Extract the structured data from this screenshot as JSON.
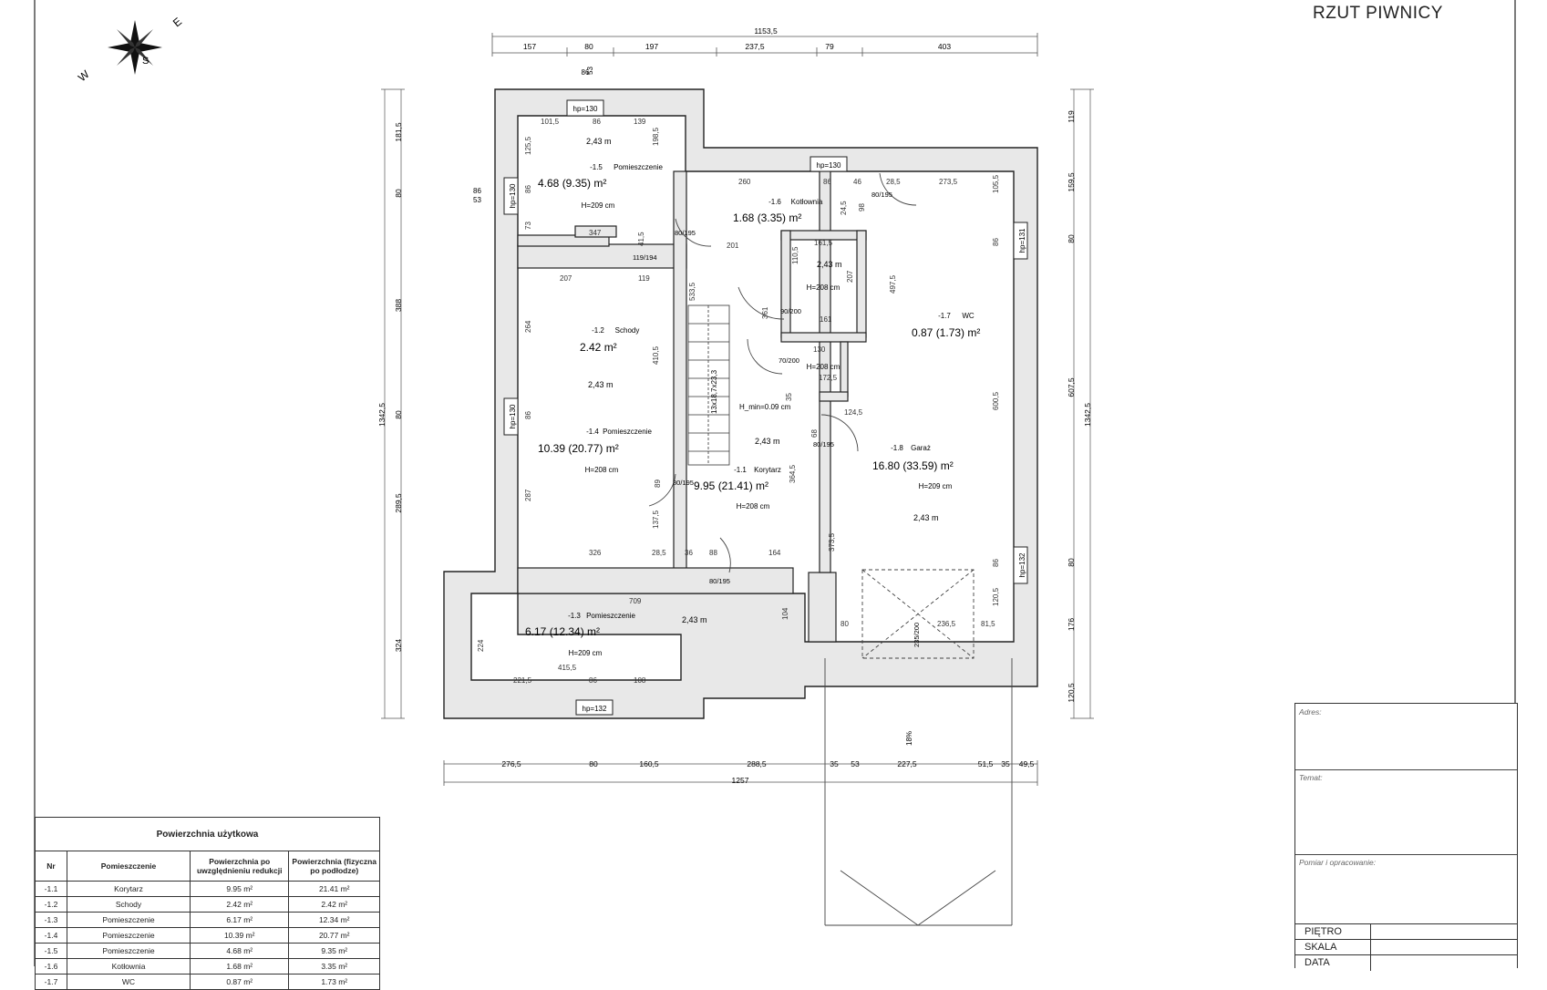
{
  "sheet_title": "RZUT PIWNICY",
  "compass": {
    "w": "W",
    "s": "S",
    "e": "E"
  },
  "dims": {
    "top_total": "1153,5",
    "top": [
      "157",
      "80",
      "197",
      "237,5",
      "79",
      "403"
    ],
    "bottom": [
      "276,5",
      "80",
      "160,5",
      "288,5",
      "35",
      "53",
      "227,5",
      "51,5",
      "35",
      "49,5"
    ],
    "bottom_total": "1257",
    "left_total": "1342,5",
    "left": [
      "181,5",
      "80",
      "388",
      "80",
      "289,5",
      "324"
    ],
    "right_total": "1342,5",
    "right": [
      "119",
      "159,5",
      "80",
      "607,5",
      "80",
      "176",
      "120,5"
    ]
  },
  "rooms": [
    {
      "num": "-1.5",
      "name": "Pomieszczenie",
      "area": "4.68 (9.35) m²",
      "height": "H=209 cm"
    },
    {
      "num": "-1.6",
      "name": "Kotłownia",
      "area": "1.68 (3.35) m²",
      "height": "H=208 cm"
    },
    {
      "num": "-1.2",
      "name": "Schody",
      "area": "2.42 m²",
      "height": ""
    },
    {
      "num": "-1.7",
      "name": "WC",
      "area": "0.87 (1.73) m²",
      "height": "H=208 cm"
    },
    {
      "num": "-1.4",
      "name": "Pomieszczenie",
      "area": "10.39 (20.77) m²",
      "height": "H=208 cm"
    },
    {
      "num": "-1.1",
      "name": "Korytarz",
      "area": "9.95 (21.41) m²",
      "height": "H=208 cm"
    },
    {
      "num": "-1.8",
      "name": "Garaż",
      "area": "16.80 (33.59) m²",
      "height": "H=209 cm"
    },
    {
      "num": "-1.3",
      "name": "Pomieszczenie",
      "area": "6.17 (12.34) m²",
      "height": "H=209 cm"
    }
  ],
  "level_mark": "2,43 m",
  "notes": {
    "stairs": "13x18,7x23,3",
    "hmin": "H_min=0.09 cm",
    "ramp_slope": "18%"
  },
  "windows": [
    "hp=130",
    "hp=130",
    "hp=130",
    "hp=130",
    "hp=131",
    "hp=132",
    "hp=132"
  ],
  "window_size": [
    "86",
    "53"
  ],
  "inner_dims": [
    "101,5",
    "86",
    "139",
    "260",
    "86",
    "46",
    "28,5",
    "273,5",
    "201",
    "161,5",
    "207",
    "119",
    "161",
    "130",
    "172,5",
    "124,5",
    "326",
    "28,5",
    "36",
    "88",
    "164",
    "709",
    "415,5",
    "221,5",
    "86",
    "108",
    "80",
    "236,5",
    "81,5",
    "125,5",
    "86",
    "73",
    "198,5",
    "264",
    "410,5",
    "287",
    "137,5",
    "533,5",
    "364,5",
    "373,5",
    "600,5",
    "105,5",
    "497,5",
    "110,5",
    "207",
    "361",
    "224",
    "104",
    "120,5",
    "86",
    "86",
    "86",
    "41,5",
    "24,5",
    "35",
    "98",
    "89",
    "68",
    "347"
  ],
  "doors": [
    "80/195",
    "80/195",
    "90/200",
    "70/200",
    "80/195",
    "80/195",
    "80/195",
    "235/200",
    "119/194"
  ],
  "table": {
    "caption": "Powierzchnia użytkowa",
    "headers": [
      "Nr",
      "Pomieszczenie",
      "Powierzchnia po uwzględnieniu redukcji",
      "Powierzchnia (fizyczna po podłodze)"
    ],
    "rows": [
      [
        "-1.1",
        "Korytarz",
        "9.95 m²",
        "21.41 m²"
      ],
      [
        "-1.2",
        "Schody",
        "2.42 m²",
        "2.42 m²"
      ],
      [
        "-1.3",
        "Pomieszczenie",
        "6.17 m²",
        "12.34 m²"
      ],
      [
        "-1.4",
        "Pomieszczenie",
        "10.39 m²",
        "20.77 m²"
      ],
      [
        "-1.5",
        "Pomieszczenie",
        "4.68 m²",
        "9.35 m²"
      ],
      [
        "-1.6",
        "Kotłownia",
        "1.68 m²",
        "3.35 m²"
      ],
      [
        "-1.7",
        "WC",
        "0.87 m²",
        "1.73 m²"
      ]
    ]
  },
  "title_block": {
    "adres": "Adres:",
    "temat": "Temat:",
    "pomiar": "Pomiar i opracowanie:",
    "rows": [
      "PIĘTRO",
      "SKALA",
      "DATA"
    ]
  }
}
